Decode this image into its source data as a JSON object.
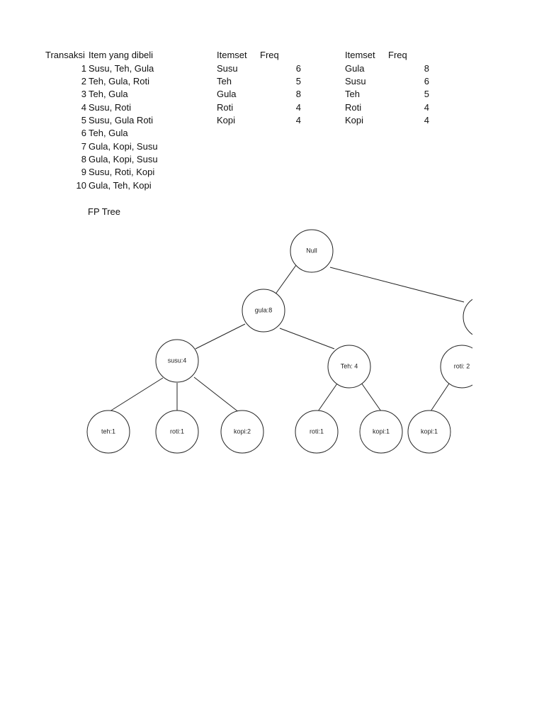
{
  "transactions": {
    "header_id": "Transaksi",
    "header_items": "Item yang dibeli",
    "rows": [
      {
        "id": "1",
        "items": "Susu, Teh, Gula"
      },
      {
        "id": "2",
        "items": "Teh, Gula, Roti"
      },
      {
        "id": "3",
        "items": "Teh, Gula"
      },
      {
        "id": "4",
        "items": "Susu, Roti"
      },
      {
        "id": "5",
        "items": "Susu, Gula Roti"
      },
      {
        "id": "6",
        "items": "Teh, Gula"
      },
      {
        "id": "7",
        "items": "Gula, Kopi, Susu"
      },
      {
        "id": "8",
        "items": "Gula, Kopi, Susu"
      },
      {
        "id": "9",
        "items": "Susu, Roti, Kopi"
      },
      {
        "id": "10",
        "items": "Gula, Teh, Kopi"
      }
    ]
  },
  "freq_table_1": {
    "header_itemset": "Itemset",
    "header_freq": "Freq",
    "rows": [
      {
        "item": "Susu",
        "freq": "6"
      },
      {
        "item": "Teh",
        "freq": "5"
      },
      {
        "item": "Gula",
        "freq": "8"
      },
      {
        "item": "Roti",
        "freq": "4"
      },
      {
        "item": "Kopi",
        "freq": "4"
      }
    ]
  },
  "freq_table_2": {
    "header_itemset": "Itemset",
    "header_freq": "Freq",
    "rows": [
      {
        "item": "Gula",
        "freq": "8"
      },
      {
        "item": "Susu",
        "freq": "6"
      },
      {
        "item": "Teh",
        "freq": "5"
      },
      {
        "item": "Roti",
        "freq": "4"
      },
      {
        "item": "Kopi",
        "freq": "4"
      }
    ]
  },
  "fp_tree": {
    "title": "FP Tree",
    "nodes": {
      "root": "Null",
      "gula": "gula:8",
      "susu": "susu:4",
      "teh": "Teh: 4",
      "roti_branch": "roti: 2",
      "susu_teh": "teh:1",
      "susu_roti": "roti:1",
      "susu_kopi": "kopi:2",
      "teh_roti": "roti:1",
      "teh_kopi": "kopi:1",
      "roti_kopi": "kopi:1"
    }
  }
}
